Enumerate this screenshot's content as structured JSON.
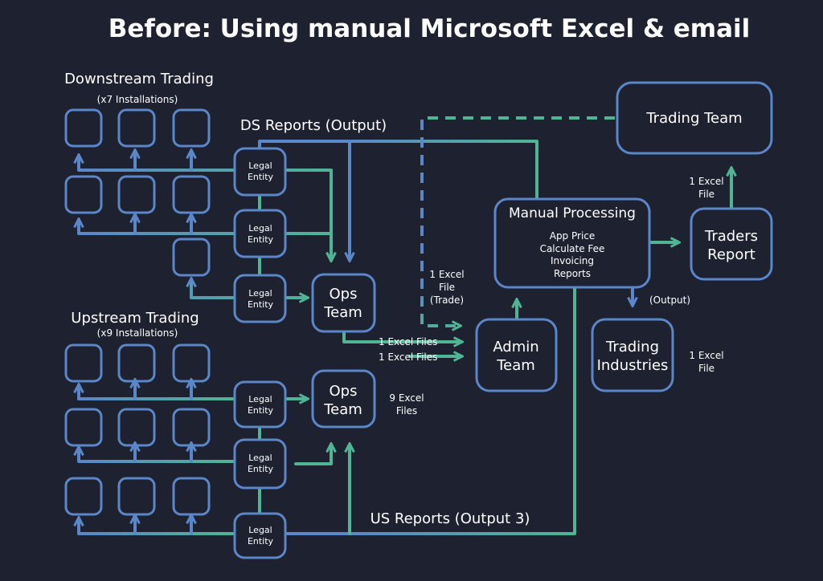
{
  "title": "Before: Using manual Microsoft Excel & email",
  "downstream": {
    "label": "Downstream Trading",
    "installations": "(x7 Installations)"
  },
  "upstream": {
    "label": "Upstream Trading",
    "installations": "(x9 Installations)"
  },
  "ds_reports": "DS Reports (Output)",
  "us_reports": "US Reports (Output 3)",
  "legal_entity": [
    "Legal",
    "Entity"
  ],
  "ops_team": [
    "Ops",
    "Team"
  ],
  "admin_team": [
    "Admin",
    "Team"
  ],
  "trading_team": "Trading Team",
  "trading_industries": [
    "Trading",
    "Industries"
  ],
  "traders_report": [
    "Traders",
    "Report"
  ],
  "manual_processing": {
    "title": "Manual Processing",
    "items": [
      "App Price",
      "Calculate Fee",
      "Invoicing",
      "Reports"
    ]
  },
  "notes": {
    "excel_file_trade": [
      "1 Excel",
      "File",
      "(Trade)"
    ],
    "excel_files_1": "1 Excel Files",
    "excel_files_2": "1 Excel Files",
    "nine_excel_files": [
      "9 Excel",
      "Files"
    ],
    "output": "(Output)",
    "one_excel_file_a": [
      "1 Excel",
      "File"
    ],
    "one_excel_file_b": [
      "1 Excel",
      "File"
    ]
  },
  "colors": {
    "background": "#1e2230",
    "blue": "#5b86c9",
    "green": "#4fb594",
    "text": "#ffffff"
  }
}
